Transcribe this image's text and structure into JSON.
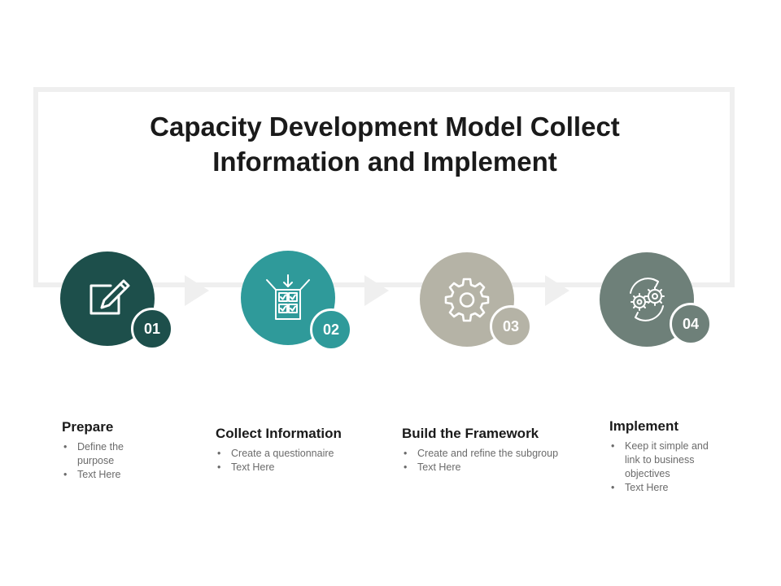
{
  "title": {
    "line1": "Capacity Development Model Collect",
    "line2": "Information and Implement"
  },
  "colors": {
    "step1": "#1d4f4b",
    "step2": "#2f9a9a",
    "step3": "#b5b3a6",
    "step4": "#6e8079",
    "frame": "#efefef"
  },
  "steps": [
    {
      "number": "01",
      "icon": "edit-note-icon",
      "heading": "Prepare",
      "bullets": [
        "Define the purpose",
        "Text Here"
      ]
    },
    {
      "number": "02",
      "icon": "checklist-box-icon",
      "heading": "Collect Information",
      "bullets": [
        "Create a questionnaire",
        "Text Here"
      ]
    },
    {
      "number": "03",
      "icon": "gear-icon",
      "heading": "Build the Framework",
      "bullets": [
        "Create and refine the subgroup",
        "Text Here"
      ]
    },
    {
      "number": "04",
      "icon": "gears-cycle-icon",
      "heading": "Implement",
      "bullets": [
        "Keep it simple and link to business objectives",
        "Text Here"
      ]
    }
  ]
}
